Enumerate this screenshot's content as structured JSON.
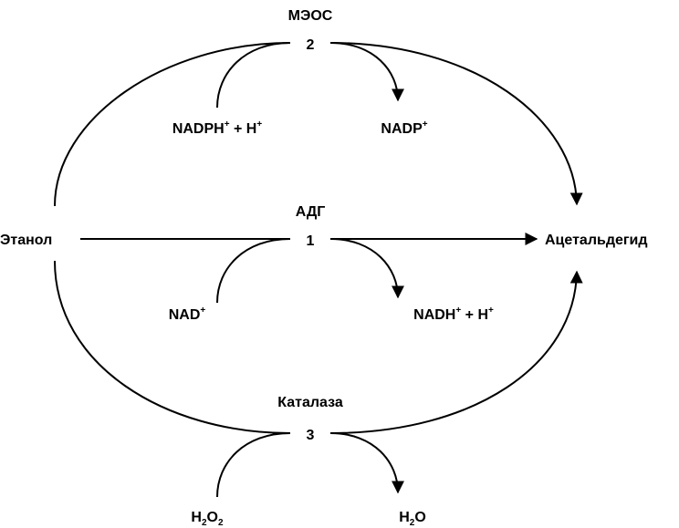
{
  "nodes": {
    "ethanol": "Этанол",
    "acetaldehyde": "Ацетальдегид"
  },
  "pathways": [
    {
      "number": "1",
      "enzyme": "АДГ",
      "substrate": {
        "base": "NAD",
        "sup": "+"
      },
      "product": {
        "base": "NADH",
        "sup": "+",
        "tail": " + H",
        "tail_sup": "+"
      }
    },
    {
      "number": "2",
      "enzyme": "МЭОС",
      "substrate": {
        "base": "NADPH",
        "sup": "+",
        "tail": " + H",
        "tail_sup": "+"
      },
      "product": {
        "base": "NADP",
        "sup": "+"
      }
    },
    {
      "number": "3",
      "enzyme": "Каталаза",
      "substrate": {
        "base": "H",
        "sub": "2",
        "tail": "O",
        "tail_sub": "2"
      },
      "product": {
        "base": "H",
        "sub": "2",
        "tail": "O"
      }
    }
  ],
  "colors": {
    "stroke": "#000000",
    "background": "#ffffff"
  }
}
